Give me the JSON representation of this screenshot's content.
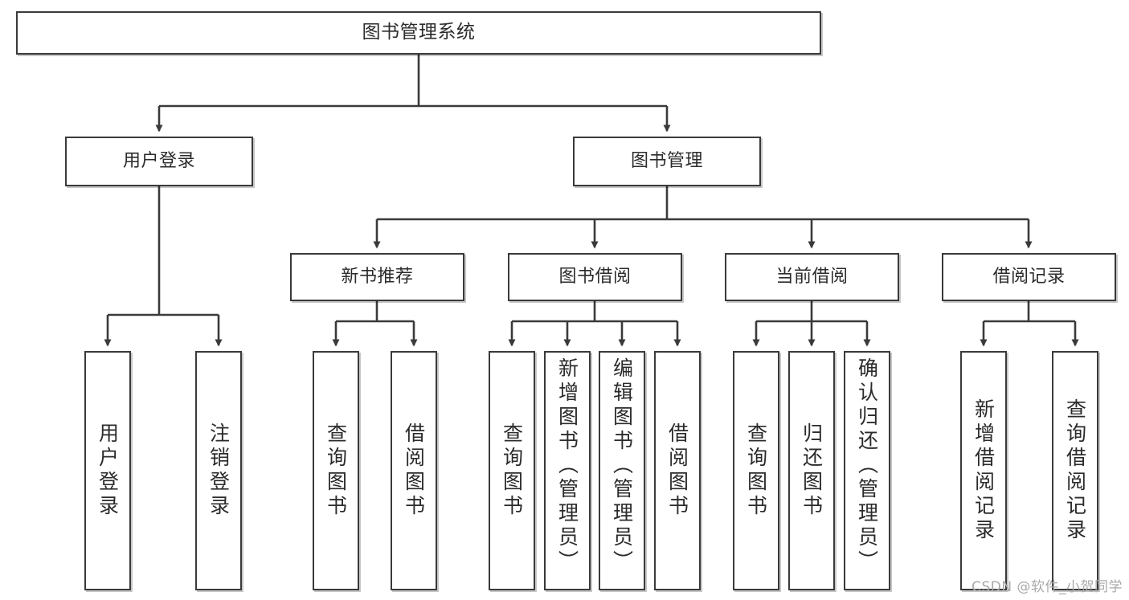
{
  "diagram": {
    "title": "图书管理系统",
    "type": "tree-hierarchy-chart",
    "watermark": "CSDN @软件_小贺同学",
    "colors": {
      "node_border": "#3a3a3a",
      "node_fill": "#ffffff",
      "edge": "#3a3a3a",
      "text": "#2b2b2b",
      "watermark": "#a9a9a9",
      "background": "#ffffff"
    },
    "root": {
      "label": "图书管理系统"
    },
    "level2": [
      {
        "label": "用户登录"
      },
      {
        "label": "图书管理"
      }
    ],
    "level3": [
      {
        "label": "新书推荐"
      },
      {
        "label": "图书借阅"
      },
      {
        "label": "当前借阅"
      },
      {
        "label": "借阅记录"
      }
    ],
    "leaves": {
      "user_login": [
        {
          "label": "用户登录"
        },
        {
          "label": "注销登录"
        }
      ],
      "new_book_recommend": [
        {
          "label": "查询图书"
        },
        {
          "label": "借阅图书"
        }
      ],
      "book_borrow": [
        {
          "label": "查询图书"
        },
        {
          "label": "新增图书（管理员）"
        },
        {
          "label": "编辑图书（管理员）"
        },
        {
          "label": "借阅图书"
        }
      ],
      "current_borrow": [
        {
          "label": "查询图书"
        },
        {
          "label": "归还图书"
        },
        {
          "label": "确认归还（管理员）"
        }
      ],
      "borrow_records": [
        {
          "label": "新增借阅记录"
        },
        {
          "label": "查询借阅记录"
        }
      ]
    }
  }
}
